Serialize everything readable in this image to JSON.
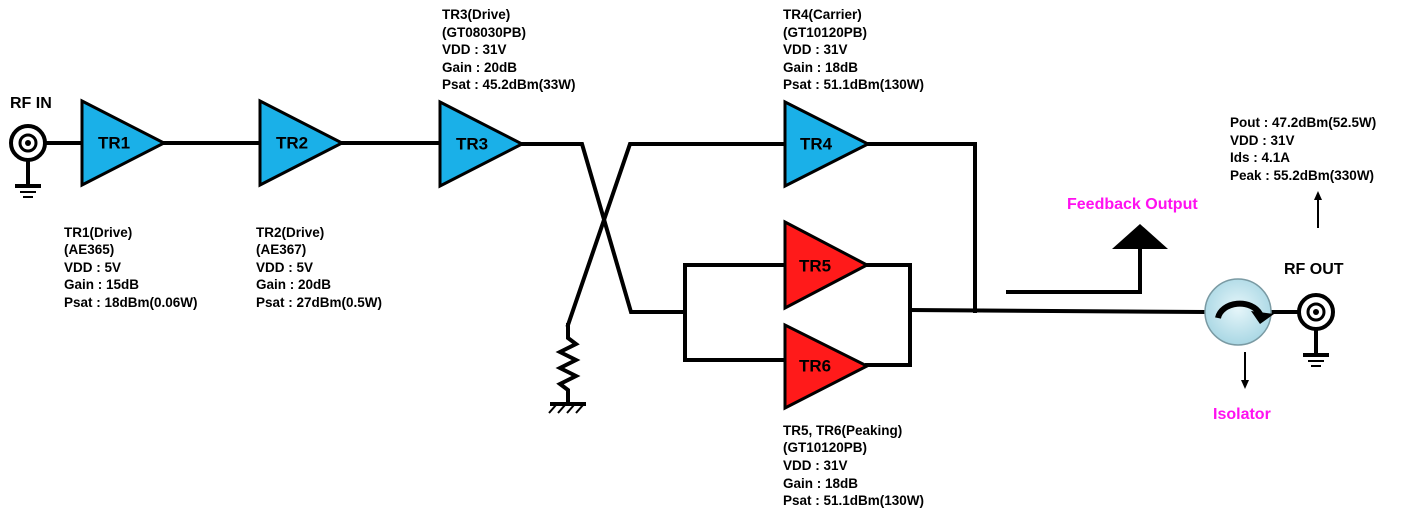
{
  "ports": {
    "rf_in": "RF IN",
    "rf_out": "RF OUT"
  },
  "amplifiers": [
    {
      "id": "tr1",
      "label": "TR1",
      "color": "#1ab0e8"
    },
    {
      "id": "tr2",
      "label": "TR2",
      "color": "#1ab0e8"
    },
    {
      "id": "tr3",
      "label": "TR3",
      "color": "#1ab0e8"
    },
    {
      "id": "tr4",
      "label": "TR4",
      "color": "#1ab0e8"
    },
    {
      "id": "tr5",
      "label": "TR5",
      "color": "#ff1a1a"
    },
    {
      "id": "tr6",
      "label": "TR6",
      "color": "#ff1a1a"
    }
  ],
  "specs": {
    "tr1": [
      "TR1(Drive)",
      "(AE365)",
      "VDD : 5V",
      "Gain : 15dB",
      "Psat : 18dBm(0.06W)"
    ],
    "tr2": [
      "TR2(Drive)",
      "(AE367)",
      "VDD : 5V",
      "Gain : 20dB",
      "Psat : 27dBm(0.5W)"
    ],
    "tr3": [
      "TR3(Drive)",
      "(GT08030PB)",
      "VDD : 31V",
      "Gain : 20dB",
      "Psat : 45.2dBm(33W)"
    ],
    "tr4": [
      "TR4(Carrier)",
      "(GT10120PB)",
      "VDD : 31V",
      "Gain : 18dB",
      "Psat : 51.1dBm(130W)"
    ],
    "tr56": [
      "TR5, TR6(Peaking)",
      "(GT10120PB)",
      "VDD : 31V",
      "Gain : 18dB",
      "Psat : 51.1dBm(130W)"
    ],
    "output": [
      "Pout : 47.2dBm(52.5W)",
      "VDD : 31V",
      "Ids : 4.1A",
      "Peak : 55.2dBm(330W)"
    ]
  },
  "labels": {
    "feedback_output": "Feedback Output",
    "isolator": "Isolator"
  },
  "colors": {
    "driver_amp": "#1ab0e8",
    "peaking_amp": "#ff1a1a",
    "annotation": "#ff10f0",
    "isolator_fill": "#c5e6ef"
  }
}
